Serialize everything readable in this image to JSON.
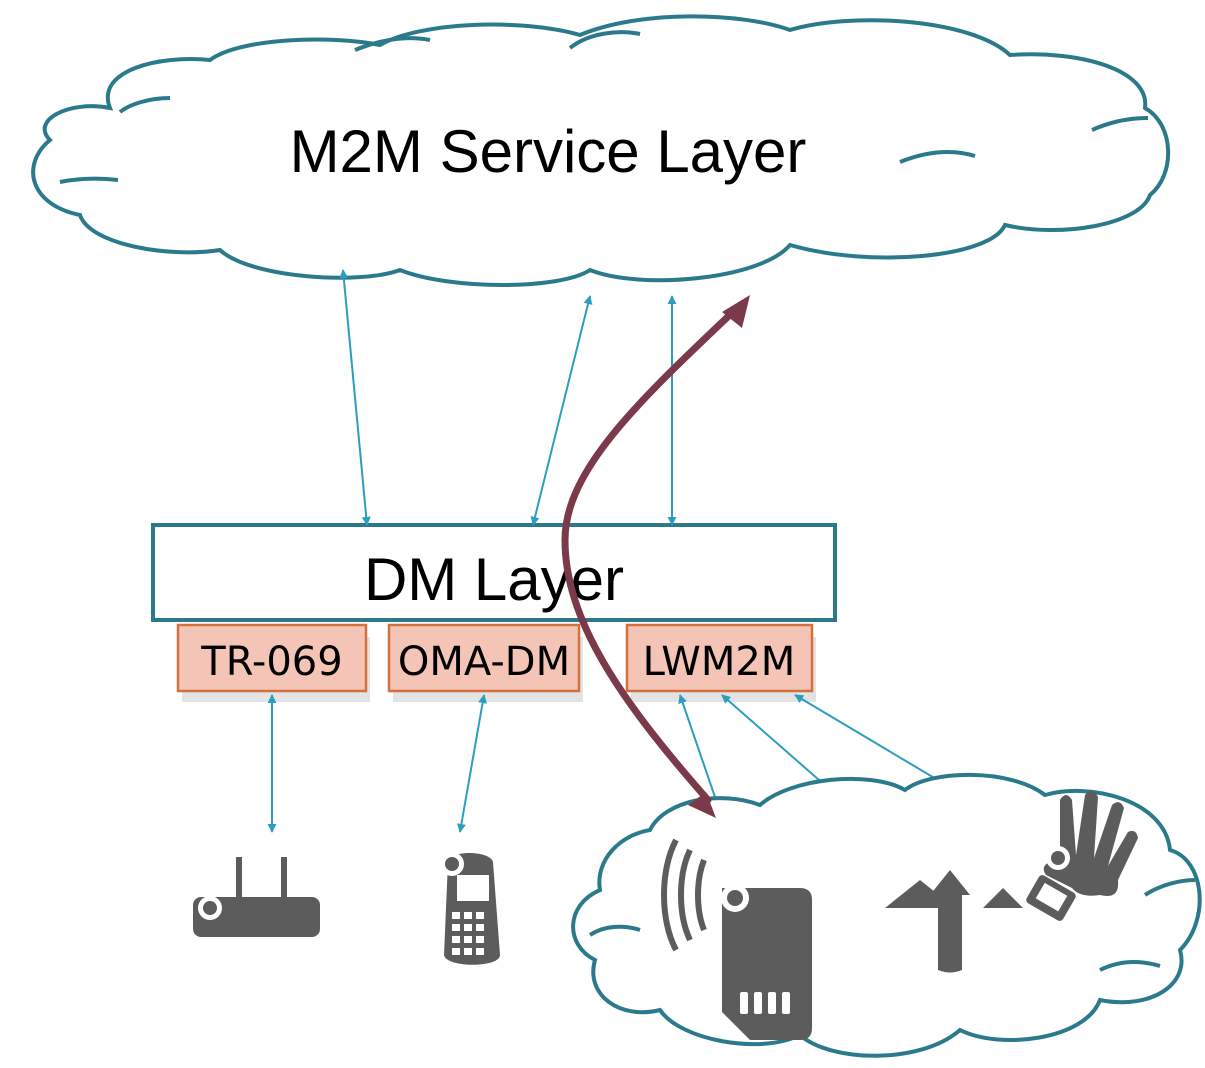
{
  "top_cloud": {
    "label": "M2M Service Layer"
  },
  "dm_layer": {
    "label": "DM Layer"
  },
  "protocols": [
    {
      "label": "TR-069"
    },
    {
      "label": "OMA-DM"
    },
    {
      "label": "LWM2M"
    }
  ],
  "devices": [
    {
      "icon": "router-icon"
    },
    {
      "icon": "phone-icon"
    },
    {
      "icon": "sim-card-icon"
    },
    {
      "icon": "up-arrows-icon"
    },
    {
      "icon": "hand-icon"
    },
    {
      "icon": "wearable-icon"
    }
  ],
  "colors": {
    "cloud_stroke": "#2b7a8c",
    "connector": "#2b9ebf",
    "protocol_fill": "#f4c4b6",
    "protocol_border": "#d4703e",
    "highlight_path": "#7a3a4a",
    "device": "#5c5c5c"
  }
}
